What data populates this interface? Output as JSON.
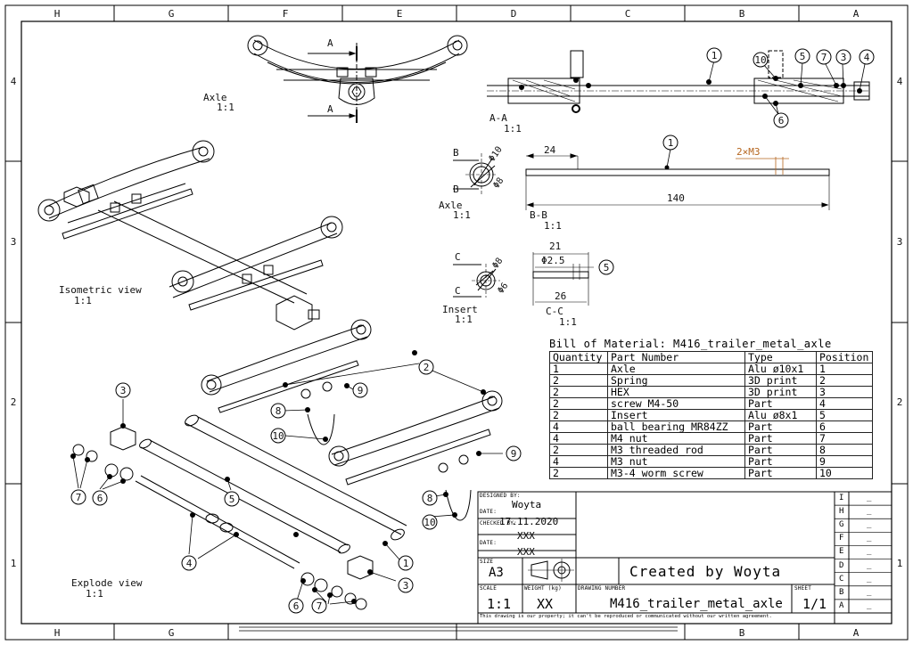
{
  "frame": {
    "columns_top": [
      "H",
      "G",
      "F",
      "E",
      "D",
      "C",
      "B",
      "A"
    ],
    "columns_bottom": [
      "H",
      "G",
      "B",
      "A"
    ],
    "rows": [
      "4",
      "3",
      "2",
      "1"
    ]
  },
  "views": {
    "axle": {
      "name": "Axle",
      "scale": "1:1"
    },
    "section_aa": {
      "name": "A-A",
      "scale": "1:1"
    },
    "axle_small": {
      "name": "Axle",
      "scale": "1:1"
    },
    "section_bb": {
      "name": "B-B",
      "scale": "1:1"
    },
    "insert": {
      "name": "Insert",
      "scale": "1:1"
    },
    "section_cc": {
      "name": "C-C",
      "scale": "1:1"
    },
    "isometric": {
      "name": "Isometric view",
      "scale": "1:1"
    },
    "explode": {
      "name": "Explode view",
      "scale": "1:1"
    }
  },
  "section_markers": {
    "a": "A",
    "b": "B",
    "c": "C"
  },
  "dimensions": {
    "d10": "Φ10",
    "d8a": "Φ8",
    "d24": "24",
    "d140": "140",
    "thread": "2×M3",
    "d8b": "Φ8",
    "d6": "Φ6",
    "d21": "21",
    "d2_5": "Φ2.5",
    "d26": "26"
  },
  "balloons": {
    "aa": [
      "1",
      "10",
      "5",
      "7",
      "3",
      "4",
      "6"
    ],
    "bb": [
      "1"
    ],
    "cc": [
      "5"
    ],
    "explode": [
      "2",
      "9",
      "8",
      "10",
      "3",
      "7",
      "6",
      "5",
      "9",
      "8",
      "10",
      "4",
      "1",
      "3",
      "6",
      "7"
    ]
  },
  "bom": {
    "title": "Bill of Material: M416_trailer_metal_axle",
    "headers": [
      "Quantity",
      "Part Number",
      "Type",
      "Position"
    ],
    "rows": [
      [
        "1",
        "Axle",
        "Alu ø10x1",
        "1"
      ],
      [
        "2",
        "Spring",
        "3D print",
        "2"
      ],
      [
        "2",
        "HEX",
        "3D print",
        "3"
      ],
      [
        "2",
        "screw_M4-50",
        "Part",
        "4"
      ],
      [
        "2",
        "Insert",
        "Alu ø8x1",
        "5"
      ],
      [
        "4",
        "ball_bearing_MR84ZZ",
        "Part",
        "6"
      ],
      [
        "4",
        "M4_nut",
        "Part",
        "7"
      ],
      [
        "2",
        "M3_threaded_rod",
        "Part",
        "8"
      ],
      [
        "4",
        "M3_nut",
        "Part",
        "9"
      ],
      [
        "2",
        "M3-4_worm_screw",
        "Part",
        "10"
      ]
    ]
  },
  "title_block": {
    "designed_by_label": "DESIGNED BY:",
    "designed_by": "Woyta",
    "date_label": "DATE:",
    "date": "17.11.2020",
    "checked_by_label": "CHECKED BY:",
    "checked_by": "XXX",
    "date2_label": "DATE:",
    "date2": "XXX",
    "size_label": "SIZE",
    "size": "A3",
    "company": "Created by Woyta",
    "scale_label": "SCALE",
    "scale": "1:1",
    "weight_label": "WEIGHT (kg)",
    "weight": "XX",
    "drawing_number_label": "DRAWING NUMBER",
    "drawing_number": "M416_trailer_metal_axle",
    "sheet_label": "SHEET",
    "sheet": "1/1",
    "disclaimer": "This drawing is our property; it can't be reproduced or communicated without our written agreement.",
    "revision_letters": [
      "I",
      "H",
      "G",
      "F",
      "E",
      "D",
      "C",
      "B",
      "A"
    ],
    "revision_values": [
      "_",
      "_",
      "_",
      "_",
      "_",
      "_",
      "_",
      "_",
      "_"
    ]
  }
}
